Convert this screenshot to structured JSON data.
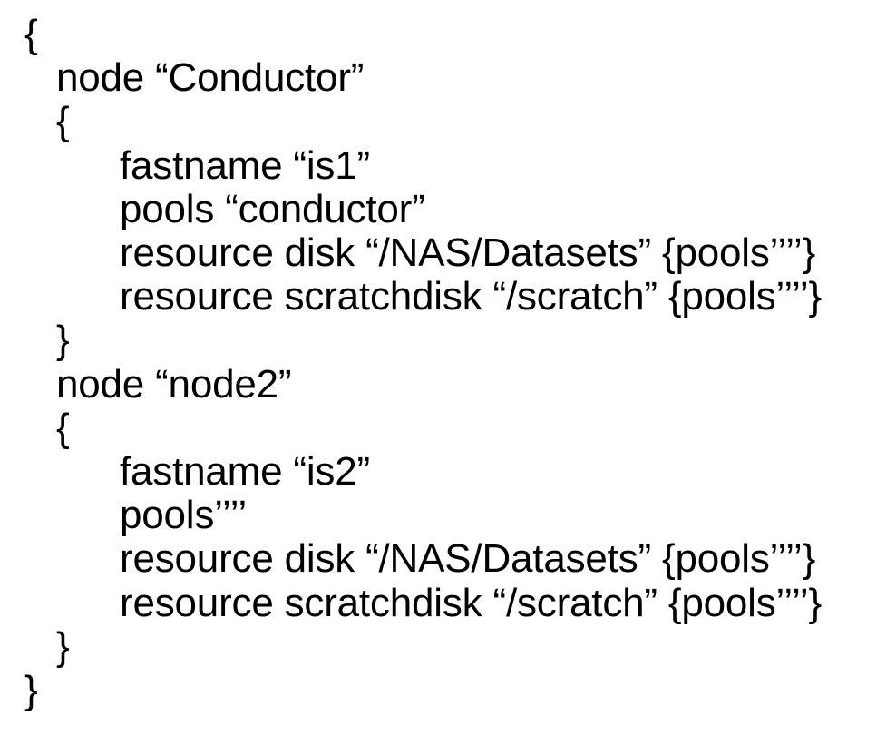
{
  "document": {
    "kind": "configuration-file-listing",
    "background_color": "#ffffff",
    "text_color": "#000000",
    "lines": [
      {
        "indent": 0,
        "text": "{"
      },
      {
        "indent": 1,
        "text": "node “Conductor”"
      },
      {
        "indent": 1,
        "text": "{"
      },
      {
        "indent": 2,
        "text": "fastname “is1”"
      },
      {
        "indent": 2,
        "text": "pools “conductor”"
      },
      {
        "indent": 2,
        "text": "resource disk “/NAS/Datasets” {pools’’’’}"
      },
      {
        "indent": 2,
        "text": "resource scratchdisk “/scratch” {pools’’’’}"
      },
      {
        "indent": 1,
        "text": "}"
      },
      {
        "indent": 1,
        "text": "node “node2”"
      },
      {
        "indent": 1,
        "text": "{"
      },
      {
        "indent": 2,
        "text": "fastname “is2”"
      },
      {
        "indent": 2,
        "text": "pools’’’’"
      },
      {
        "indent": 2,
        "text": "resource disk “/NAS/Datasets” {pools’’’’}"
      },
      {
        "indent": 2,
        "text": "resource scratchdisk “/scratch” {pools’’’’}"
      },
      {
        "indent": 1,
        "text": "}"
      },
      {
        "indent": 0,
        "text": "}"
      }
    ]
  }
}
